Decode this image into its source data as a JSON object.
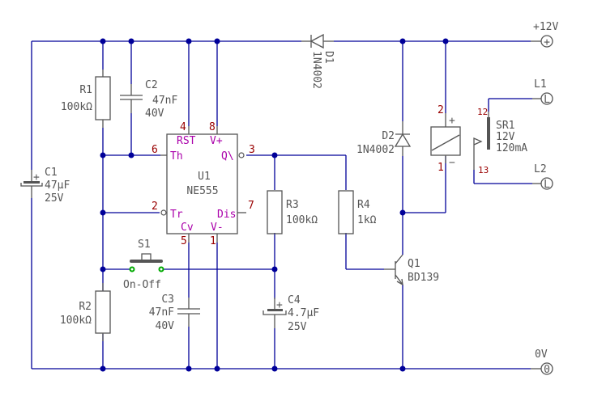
{
  "title": "NE555 toggle relay circuit",
  "components": {
    "R1": {
      "ref": "R1",
      "value": "100kΩ"
    },
    "R2": {
      "ref": "R2",
      "value": "100kΩ"
    },
    "R3": {
      "ref": "R3",
      "value": "100kΩ"
    },
    "R4": {
      "ref": "R4",
      "value": "1kΩ"
    },
    "C1": {
      "ref": "C1",
      "value": "47µF",
      "voltage": "25V",
      "plus": "+"
    },
    "C2": {
      "ref": "C2",
      "value": "47nF",
      "voltage": "40V"
    },
    "C3": {
      "ref": "C3",
      "value": "47nF",
      "voltage": "40V"
    },
    "C4": {
      "ref": "C4",
      "value": "4.7µF",
      "voltage": "25V",
      "plus": "+"
    },
    "D1": {
      "ref": "D1",
      "value": "1N4002"
    },
    "D2": {
      "ref": "D2",
      "value": "1N4002"
    },
    "Q1": {
      "ref": "Q1",
      "value": "BD139"
    },
    "S1": {
      "ref": "S1",
      "value": "On-Off"
    },
    "U1": {
      "ref": "U1",
      "value": "NE555",
      "pins": {
        "rst": {
          "num": "4",
          "name": "RST"
        },
        "vplus": {
          "num": "8",
          "name": "V+"
        },
        "th": {
          "num": "6",
          "name": "Th"
        },
        "q": {
          "num": "3",
          "name": "Q\\"
        },
        "tr": {
          "num": "2",
          "name": "Tr"
        },
        "dis": {
          "num": "7",
          "name": "Dis"
        },
        "cv": {
          "num": "5",
          "name": "Cv"
        },
        "vminus": {
          "num": "1",
          "name": "V-"
        }
      }
    },
    "SR1": {
      "ref": "SR1",
      "voltage": "12V",
      "current": "120mA",
      "coil_pin_plus": "2",
      "coil_pin_minus": "1",
      "plus_sign": "+",
      "minus_sign": "−",
      "contact_pin_a": "12",
      "contact_pin_b": "13"
    }
  },
  "terminals": {
    "vcc": {
      "label": "+12V",
      "symbol": "+"
    },
    "l1": {
      "label": "L1",
      "symbol": "L"
    },
    "l2": {
      "label": "L2",
      "symbol": "L"
    },
    "gnd": {
      "label": "0V",
      "symbol": "0"
    }
  },
  "colors": {
    "wire": "#000099",
    "component": "#555555",
    "pin_number": "#990000",
    "pin_function": "#aa00aa",
    "switch_contact": "#00aa00"
  }
}
